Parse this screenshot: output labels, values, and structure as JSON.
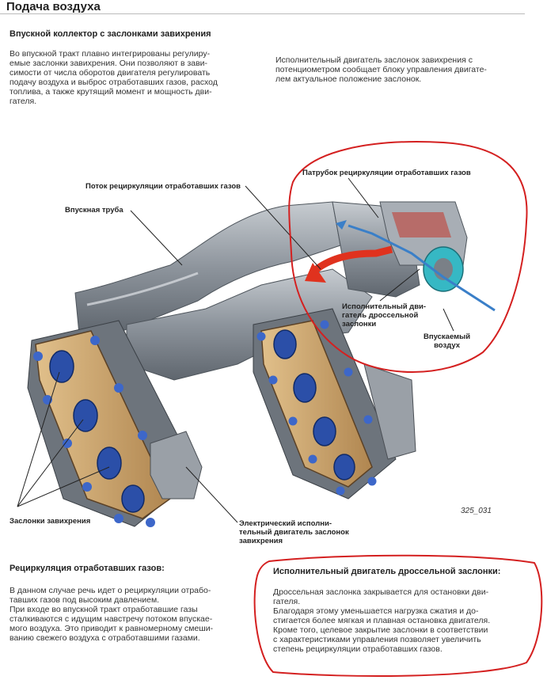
{
  "page": {
    "title": "Подача воздуха",
    "figure_id": "325_031"
  },
  "intake": {
    "heading": "Впускной коллектор с заслонками завихрения",
    "text": "Во впускной тракт плавно интегрированы регулиру-\nемые заслонки завихрения. Они позволяют в зави-\nсимости от числа оборотов двигателя регулировать\nподачу воздуха и выброс отработавших газов, расход\nтоплива, а также крутящий момент и мощность дви-\nгателя."
  },
  "actuator_note": {
    "text": "Исполнительный двигатель заслонок завихрения с\nпотенциометром сообщает блоку управления двигате-\nлем актуальное положение заслонок."
  },
  "callouts": {
    "egr_flow": "Поток рециркуляции отработавших газов",
    "intake_pipe": "Впускная труба",
    "egr_pipe": "Патрубок рециркуляции отработавших газов",
    "throttle_actuator": "Исполнительный дви-\nгатель дроссельной\nзаслонки",
    "intake_air": "Впускаемый\nвоздух",
    "swirl_flaps": "Заслонки завихрения",
    "swirl_actuator": "Электрический исполни-\nтельный двигатель заслонок\nзавихрения"
  },
  "egr": {
    "heading": "Рециркуляция отработавших газов:",
    "text": "В данном случае речь идет о рециркуляции отрабо-\nтавших газов под высоким давлением.\nПри входе во впускной тракт отработавшие газы\nсталкиваются с идущим навстречу потоком впускае-\nмого воздуха. Это приводит к равномерному смеши-\nванию свежего воздуха с отработавшими газами."
  },
  "throttle": {
    "heading": "Исполнительный двигатель дроссельной заслонки:",
    "text": "Дроссельная заслонка закрывается для остановки дви-\nгателя.\nБлагодаря этому уменьшается нагрузка сжатия и до-\nстигается более мягкая и плавная остановка двигателя.\nКроме того, целевое закрытие заслонки в соответствии\nс характеристиками управления позволяет увеличить\nстепень рециркуляции отработавших газов."
  },
  "colors": {
    "metal": "#8d949c",
    "gasket": "#c9a36a",
    "flap_blue": "#2b4fa8",
    "egr_red": "#e0321e",
    "air_blue": "#3a7fc8",
    "annotation_red": "#d42020"
  }
}
